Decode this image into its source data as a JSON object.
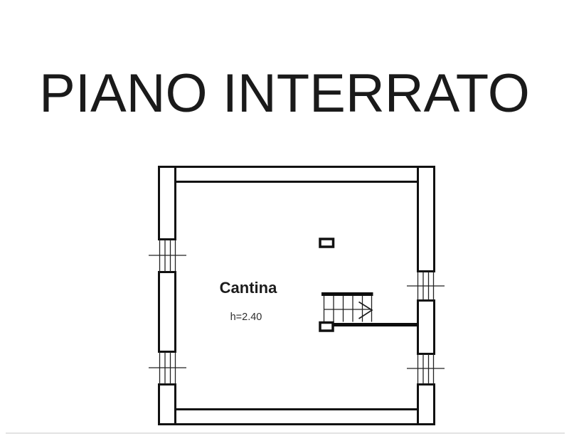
{
  "page": {
    "background": "#ffffff",
    "ink_color": "#1a1a1a",
    "muted_ink_color": "#2e2e2e"
  },
  "title": "PIANO INTERRATO",
  "floor_plan": {
    "room": {
      "name": "Cantina",
      "height_label": "h=2.40"
    },
    "features": [
      "outer-perimeter-walls",
      "window-left-upper",
      "window-left-lower",
      "window-right-upper",
      "window-right-lower",
      "pillar",
      "staircase-with-direction-arrow"
    ]
  }
}
